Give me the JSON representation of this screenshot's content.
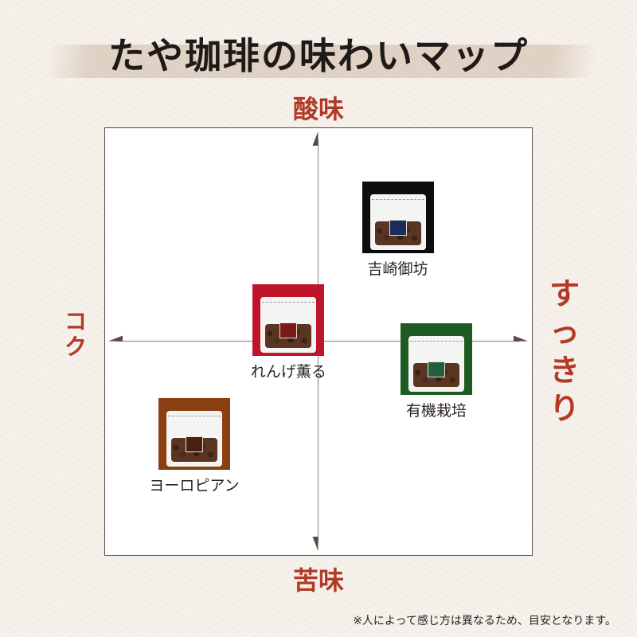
{
  "title": "たや珈琲の味わいマップ",
  "footnote": "※人によって感じ方は異なるため、目安となります。",
  "colors": {
    "axis_label": "#b23a26",
    "frame": "#5a4a42",
    "yoshizaki": "#0d0d0d",
    "yoshizaki_label": "#1d2a5c",
    "renge": "#c0142a",
    "renge_label": "#7a1a18",
    "yuki": "#1f5a23",
    "yuki_label": "#245e40",
    "europe": "#8a3f10",
    "europe_label": "#4a1e14"
  },
  "chart_data": {
    "type": "scatter",
    "title": "たや珈琲の味わいマップ",
    "axes": {
      "top": "酸味",
      "bottom": "苦味",
      "left": "コク",
      "right": "すっきり"
    },
    "xlim": [
      -1,
      1
    ],
    "ylim": [
      -1,
      1
    ],
    "grid": false,
    "points": [
      {
        "name": "吉崎御坊",
        "x": 0.37,
        "y": 0.58,
        "color_key": "yoshizaki"
      },
      {
        "name": "れんげ薫る",
        "x": -0.14,
        "y": 0.1,
        "color_key": "renge"
      },
      {
        "name": "有機栽培",
        "x": 0.55,
        "y": -0.08,
        "color_key": "yuki"
      },
      {
        "name": "ヨーロピアン",
        "x": -0.58,
        "y": -0.43,
        "color_key": "europe"
      }
    ]
  }
}
